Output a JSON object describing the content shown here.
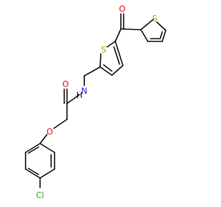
{
  "molecule": {
    "colors": {
      "carbon_bond": "#000000",
      "sulfur": "#b5a300",
      "oxygen": "#e8000b",
      "nitrogen": "#1f1fd1",
      "chlorine": "#2ca02c",
      "hydrogen": "#000000"
    },
    "atom_labels": {
      "s_thiophene_right": "S",
      "s_thiophene_middle": "S",
      "o_ketone": "O",
      "o_amide": "O",
      "n_amide": "N",
      "h_amide": "H",
      "o_ether": "O",
      "cl": "Cl"
    }
  }
}
